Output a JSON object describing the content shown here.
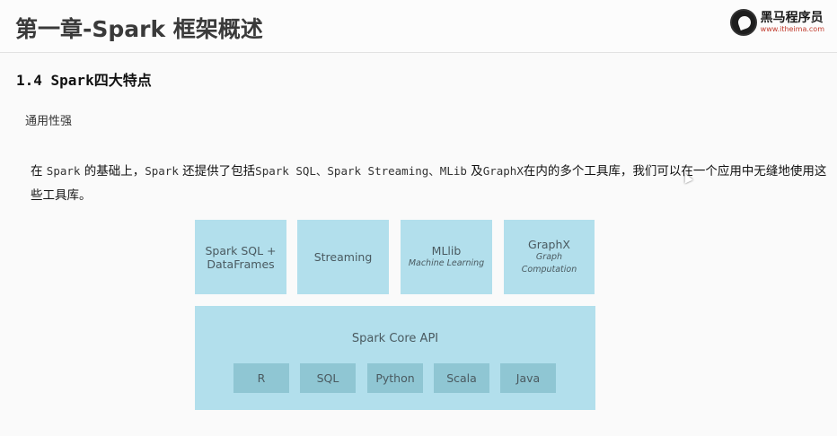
{
  "header": {
    "title": "第一章-Spark 框架概述",
    "logo_name": "黑马程序员",
    "logo_url": "www.itheima.com"
  },
  "section": {
    "heading": "1.4 Spark四大特点",
    "subtitle": "通用性强"
  },
  "paragraph": {
    "p1": "在 ",
    "m1": "Spark",
    "p2": " 的基础上，",
    "m2": "Spark",
    "p3": " 还提供了包括",
    "m3": "Spark SQL、Spark Streaming、MLib",
    "p4": " 及",
    "m4": "GraphX",
    "p5": "在内的多个工具库，我们可以在一个应用中无缝地使用这些工具库。"
  },
  "diagram": {
    "libraries": [
      {
        "line1": "Spark SQL +",
        "line2": "DataFrames"
      },
      {
        "line1": "Streaming"
      },
      {
        "line1": "MLlib",
        "sub": "Machine Learning"
      },
      {
        "line1": "GraphX",
        "sub1": "Graph",
        "sub2": "Computation"
      }
    ],
    "core_title": "Spark Core API",
    "languages": [
      "R",
      "SQL",
      "Python",
      "Scala",
      "Java"
    ]
  },
  "colors": {
    "box": "#b2dfec",
    "lang_box": "#8fc6d3",
    "box_text": "#4a5a60"
  }
}
